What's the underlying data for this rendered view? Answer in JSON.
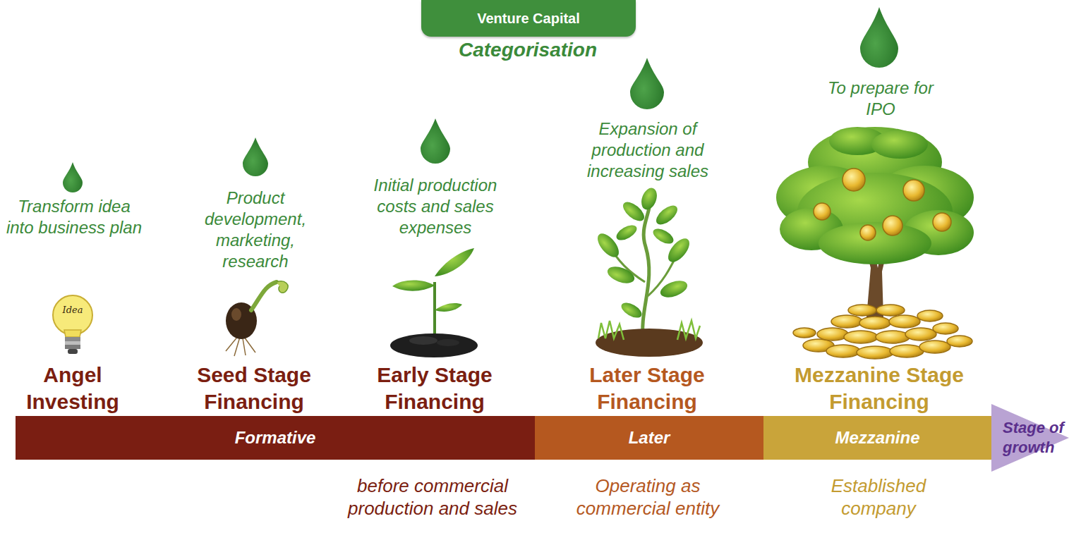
{
  "diagram": {
    "nodes": [
      {
        "text": [
          "Venture Capital"
        ]
      },
      {
        "text": [
          "Formative"
        ]
      },
      {
        "text": [
          "Later"
        ]
      },
      {
        "text": [
          "Mezzanine"
        ]
      },
      {
        "text": [
          "Stage of growth"
        ]
      }
    ],
    "labels": [
      "Categorisation",
      "Transform idea into business plan",
      "Idea",
      "Angel Investing",
      "Product development, marketing, research",
      "Seed Stage Financing",
      "Initial production costs and sales expenses",
      "Early Stage Financing",
      "Expansion of production and increasing sales",
      "Later Stage Financing",
      "To prepare for IPO",
      "Mezzanine Stage Financing",
      "before commercial production and sales",
      "Operating as commercial entity",
      "Established company"
    ]
  }
}
